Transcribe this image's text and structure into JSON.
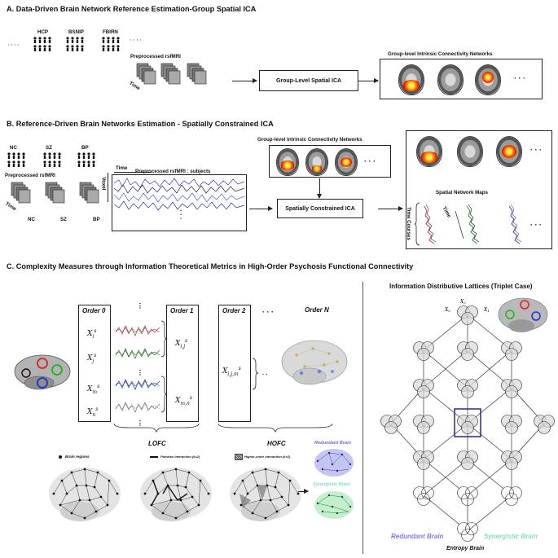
{
  "sectionA": {
    "title": "A. Data-Driven Brain Network Reference Estimation-Group Spatial ICA",
    "datasets": [
      "HCP",
      "BSNIP",
      "FBIRN"
    ],
    "ellipsis": "· · · ·",
    "preprocessed": "Preprocessed rsfMRI",
    "time": "Time",
    "ica_box": "Group-Level Spatial ICA",
    "icn_title": "Group-level Intrinsic Connectivity Networks",
    "dots": "· · ·"
  },
  "sectionB": {
    "title": "B. Reference-Driven Brain Networks Estimation - Spatially Constrained ICA",
    "groups": [
      "NC",
      "SZ",
      "BP"
    ],
    "preprocessed": "Preprocessed rsfMRI",
    "time": "Time",
    "voxel": "Voxel",
    "subjects_title": "Preprocessed rsfMRI : subjects",
    "icn_title": "Group-level Intrinsic Connectivity Networks",
    "constrained_box": "Spatially Constrained ICA",
    "spatial_maps": "Spatial Network Maps",
    "time_courses": "Time Courses",
    "dots": "· · ·"
  },
  "sectionC": {
    "title": "C. Complexity Measures through Information Theoretical Metrics in High-Order Psychosis Functional Connectivity",
    "order0": "Order 0",
    "order1": "Order 1",
    "order2": "Order 2",
    "orderN": "Order N",
    "xi": "X",
    "lofc": "LOFC",
    "hofc": "HOFC",
    "legend_regions": "Brain regions",
    "legend_pairwise": "Pairwise interaction (k=2)",
    "legend_higher": "Higher-order interaction (k>2)",
    "redundant": "Redundant Brain",
    "synergistic": "Synergistic Brain",
    "dots": "· · ·"
  },
  "lattice": {
    "title": "Information Distributive Lattices (Triplet Case)",
    "x0": "X",
    "redundant": "Redundant Brain",
    "synergistic": "Synergistic Brain",
    "entropy": "Entropy Brain"
  },
  "colors": {
    "accent_blue": "#8080e0",
    "accent_green": "#7fe0c0",
    "highlight_box": "#1a1a80"
  }
}
